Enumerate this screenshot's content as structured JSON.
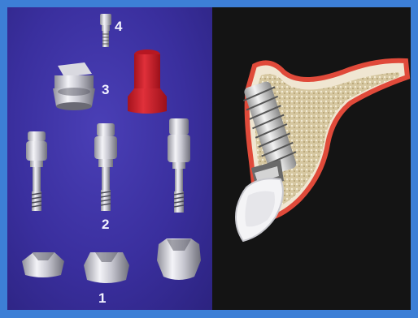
{
  "labels": {
    "part_1": "1",
    "part_2": "2",
    "part_3": "3",
    "part_4": "4"
  },
  "colors": {
    "frame_border": "#3d7fd6",
    "left_background": "#3a2f9e",
    "right_background": "#141414",
    "red_cap": "#d11f2a",
    "bone_outline": "#e04a3a"
  },
  "icons": {
    "part_4": "small-abutment-screw",
    "part_3": "silver-cap-and-red-plastic-sleeve",
    "part_2": "three-abutment-screws",
    "part_1": "three-abutment-bases",
    "right_panel": "dental-implant-in-jawbone-cross-section"
  }
}
